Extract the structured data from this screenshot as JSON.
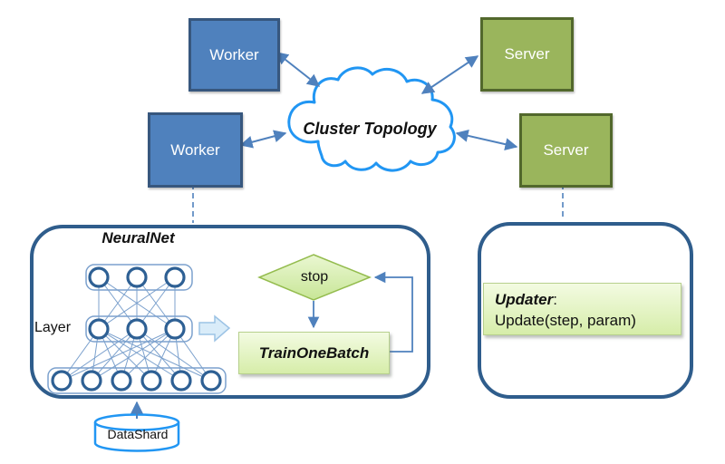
{
  "diagram": {
    "cloud_label": "Cluster Topology",
    "workers": [
      {
        "label": "Worker"
      },
      {
        "label": "Worker"
      }
    ],
    "servers": [
      {
        "label": "Server"
      },
      {
        "label": "Server"
      }
    ],
    "neuralnet": {
      "title": "NeuralNet",
      "layer_label": "Layer",
      "network_layers": [
        3,
        3,
        6
      ],
      "stop_label": "stop",
      "train_one_batch_label": "TrainOneBatch",
      "datashard_label": "DataShard"
    },
    "updater": {
      "name": "Updater",
      "separator": ":",
      "call": "Update(step, param)"
    },
    "colors": {
      "worker_fill": "#4f81bd",
      "worker_border": "#37577e",
      "server_fill": "#9ab55c",
      "server_border": "#52682c",
      "cloud_stroke": "#2196f3",
      "container_border": "#2f5d8c",
      "arrow_blue": "#4f81bd",
      "green_box_top": "#f3fbe2",
      "green_box_bottom": "#d6eda9",
      "green_box_border": "#b7d08d",
      "diamond_top": "#eaf7d2",
      "diamond_bottom": "#c8e697",
      "diamond_border": "#94bc4e",
      "node_stroke": "#2e6094",
      "net_line": "#7ca1cd",
      "block_arrow_fill": "#d9ecf9",
      "block_arrow_border": "#9cc3e5",
      "cylinder_stroke": "#2196f3"
    }
  }
}
